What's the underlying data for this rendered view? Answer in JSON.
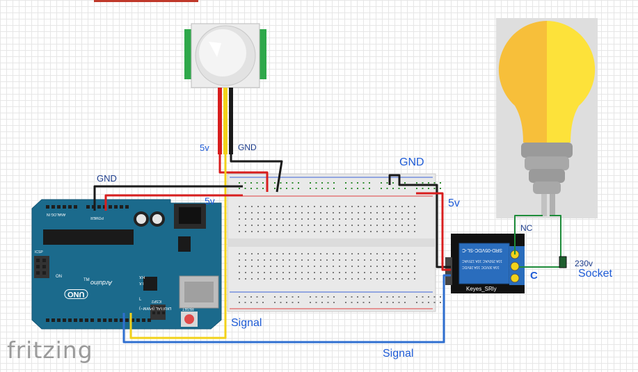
{
  "labels": {
    "pir_5v": "5v",
    "pir_gnd": "GND",
    "arduino_gnd": "GND",
    "arduino_5v": "5v",
    "rail_gnd": "GND",
    "relay_5v": "5v",
    "signal_pir": "Signal",
    "signal_relay": "Signal",
    "nc": "NC",
    "c": "C",
    "mains": "230v",
    "socket": "Socket"
  },
  "arduino": {
    "brand": "Arduino",
    "model": "UNO",
    "tm": "TM",
    "analog_in": "ANALOG IN",
    "power": "POWER",
    "digital": "DIGITAL (PWM~)",
    "icsp": "ICSP",
    "icsp2": "ICSP2",
    "reset": "RESET",
    "on": "ON",
    "tx": "TX",
    "rx": "RX",
    "l": "L"
  },
  "relay": {
    "part": "SRD-05VDC-SL-C",
    "ratings": "10A 250VAC 10A 125VAC",
    "ratings2": "10A 30VDC 10A 28VDC",
    "brand": "Keyes_SRly"
  },
  "watermark": "fritzing",
  "colors": {
    "wire_red": "#d81e1e",
    "wire_black": "#1a1a1a",
    "wire_yellow": "#f2d21a",
    "wire_blue": "#2f6fd0",
    "board_teal": "#1b6a8c",
    "relay_blue": "#2a6dbd",
    "bulb_yellow": "#f7bf3a",
    "bulb_yellow2": "#fde23a",
    "bulb_base": "#a8a8a8",
    "label_blue": "#1e5bd6"
  }
}
